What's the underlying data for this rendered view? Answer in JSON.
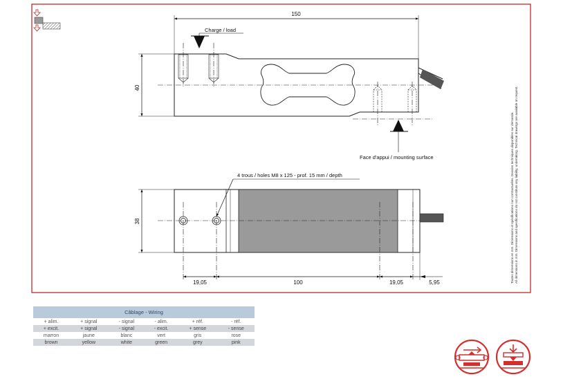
{
  "drawing": {
    "dims": {
      "length": "150",
      "height": "40",
      "width": "38",
      "offset1": "19,05",
      "span": "100",
      "offset2": "19,05",
      "end": "5,95"
    },
    "labels": {
      "load": "Charge / load",
      "mounting": "Face d'appui / mounting surface",
      "holes": "4 trous / holes M8 x 125 - prof. 15 mm / depth"
    },
    "note_fr": "Toutes dimensions en mm. Dimensions et spécifications non contractuelles. Dessins techniques disponibles sur demande.",
    "note_en": "All dimensions in mm. Dimensions and specifications do not constitute any liability, undertaking. Technical drawings are available on request."
  },
  "wiring": {
    "title": "Câblage - Wiring",
    "rows": [
      [
        "+ alim.",
        "+ signal",
        "- signal",
        "- alim.",
        "+ réf.",
        "- réf."
      ],
      [
        "+ excit.",
        "+ signal",
        "- signal",
        "- excit.",
        "+ sense",
        "- sense"
      ],
      [
        "marron",
        "jaune",
        "blanc",
        "vert",
        "gris",
        "rose"
      ],
      [
        "brown",
        "yellow",
        "white",
        "green",
        "grey",
        "pink"
      ]
    ]
  },
  "icons": [
    "load-cell-bending-icon",
    "load-cell-platform-icon"
  ],
  "colors": {
    "frame": "#c62828",
    "icon": "#d32f2f",
    "table_header": "#b9cadb",
    "table_shade": "#d3d6da",
    "body_fill": "#9a9a9a"
  }
}
